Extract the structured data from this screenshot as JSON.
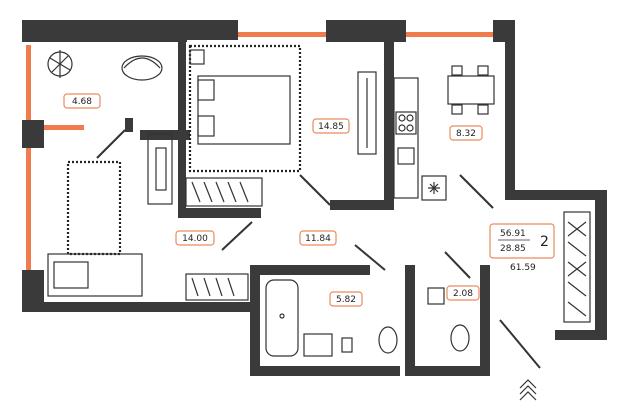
{
  "rooms": [
    {
      "id": "corner",
      "area": "4.68"
    },
    {
      "id": "bedroom",
      "area": "14.85"
    },
    {
      "id": "kitchen",
      "area": "8.32"
    },
    {
      "id": "living",
      "area": "14.00"
    },
    {
      "id": "hall",
      "area": "11.84"
    },
    {
      "id": "bathroom",
      "area": "5.82"
    },
    {
      "id": "wc",
      "area": "2.08"
    }
  ],
  "summary": {
    "living_area": "56.91",
    "kitchen_area": "28.85",
    "room_count": "2",
    "total_area": "61.59"
  },
  "colors": {
    "walls": "#3a3a3a",
    "windows": "#f07c4e",
    "label_border": "#e98a5e"
  },
  "icons": [
    "entrance-chevrons-icon"
  ]
}
